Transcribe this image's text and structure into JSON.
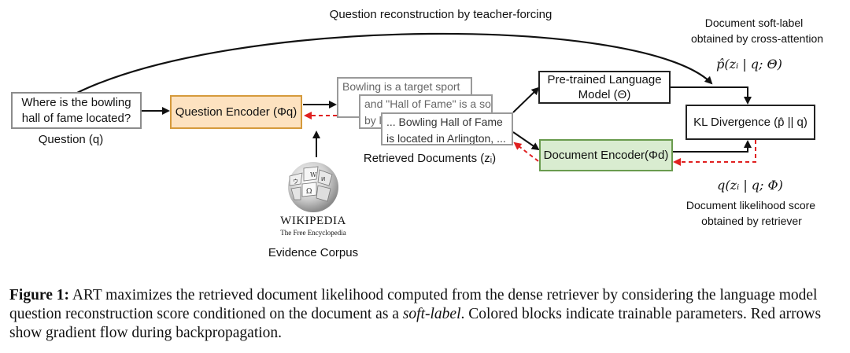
{
  "labels": {
    "teacher_forcing": "Question reconstruction by teacher-forcing",
    "soft_label_line1": "Document soft-label",
    "soft_label_line2": "obtained by cross-attention",
    "soft_label_formula": "p̂(zᵢ | q; Θ)",
    "question": "Question (q)",
    "retrieved_docs": "Retrieved Documents (zᵢ)",
    "evidence_corpus": "Evidence Corpus",
    "retriever_formula": "q(zᵢ | q; Φ)",
    "retriever_line1": "Document likelihood score",
    "retriever_line2": "obtained by retriever"
  },
  "boxes": {
    "question": "Where is the bowling hall of fame located?",
    "question_encoder": "Question Encoder (Φq)",
    "language_model_line1": "Pre-trained Language",
    "language_model_line2": "Model (Θ)",
    "document_encoder": "Document Encoder(Φd)",
    "kl_divergence": "KL Divergence (p̂ || q)"
  },
  "documents": [
    "Bowling is a target sport",
    "and \"Hall of Fame\" is a song",
    "by l",
    "... Bowling Hall of Fame",
    "is located in Arlington, ..."
  ],
  "wikipedia": {
    "name": "WIKIPEDIA",
    "tagline": "The Free Encyclopedia"
  },
  "caption": {
    "label": "Figure 1:",
    "text_before_em": "ART maximizes the retrieved document likelihood computed from the dense retriever by considering the language model question reconstruction score conditioned on the document as a",
    "em": "soft-label",
    "text_after_em": ". Colored blocks indicate trainable parameters. Red arrows show gradient flow during backpropagation."
  },
  "colors": {
    "encoder_fill": "#fde2c0",
    "encoder_border": "#d59a3c",
    "doc_encoder_fill": "#d9ecd0",
    "doc_encoder_border": "#6a9b4e",
    "gradient_arrow": "#e02020",
    "arrow": "#111111"
  }
}
